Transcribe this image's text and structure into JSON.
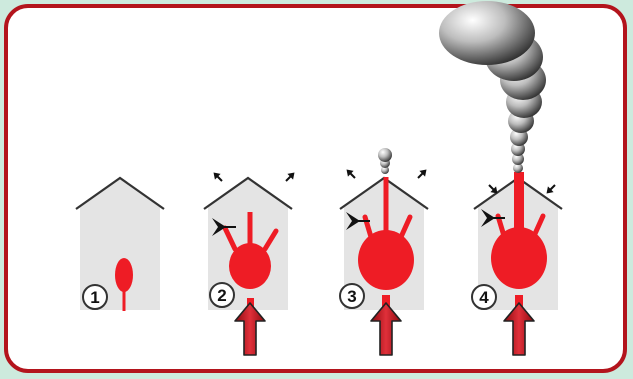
{
  "diagram": {
    "panels": [
      {
        "label": "1"
      },
      {
        "label": "2"
      },
      {
        "label": "3"
      },
      {
        "label": "4"
      }
    ],
    "colors": {
      "border": "#b3141c",
      "magma": "#ee1c25",
      "arrow": "#c00000",
      "volcano": "#e6e6e6",
      "plume": "#9a9a9a"
    },
    "icons": [
      "up-arrow-icon",
      "jet-aircraft-icon",
      "deformation-arrow-icon",
      "ash-plume-icon"
    ]
  }
}
